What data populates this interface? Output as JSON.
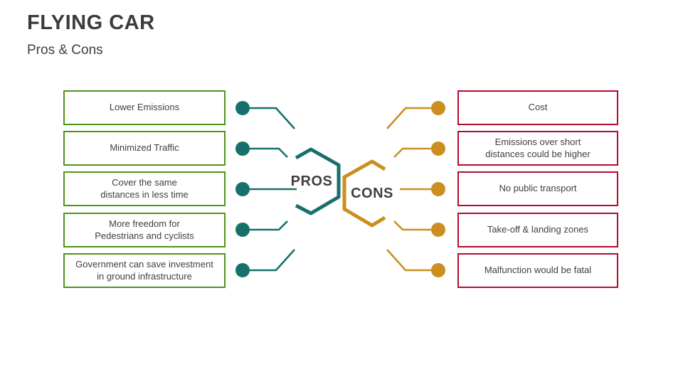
{
  "slide": {
    "title": "FLYING CAR",
    "subtitle": "Pros & Cons"
  },
  "diagram": {
    "pros_label": "PROS",
    "cons_label": "CONS",
    "pros_items": [
      {
        "text": "Lower Emissions"
      },
      {
        "text": "Minimized Traffic"
      },
      {
        "text": "Cover the same\ndistances in less time"
      },
      {
        "text": "More freedom for\nPedestrians and cyclists"
      },
      {
        "text": "Government can save investment\nin ground infrastructure"
      }
    ],
    "cons_items": [
      {
        "text": "Cost"
      },
      {
        "text": "Emissions over short\ndistances could be higher"
      },
      {
        "text": "No public transport"
      },
      {
        "text": "Take-off & landing zones"
      },
      {
        "text": "Malfunction would be fatal"
      }
    ],
    "colors": {
      "pros_accent": "#17706c",
      "cons_accent": "#cc8e1f",
      "pros_box_border": "#4f9416",
      "cons_box_border": "#b50b2e",
      "text_color": "#3f3f3f"
    }
  }
}
